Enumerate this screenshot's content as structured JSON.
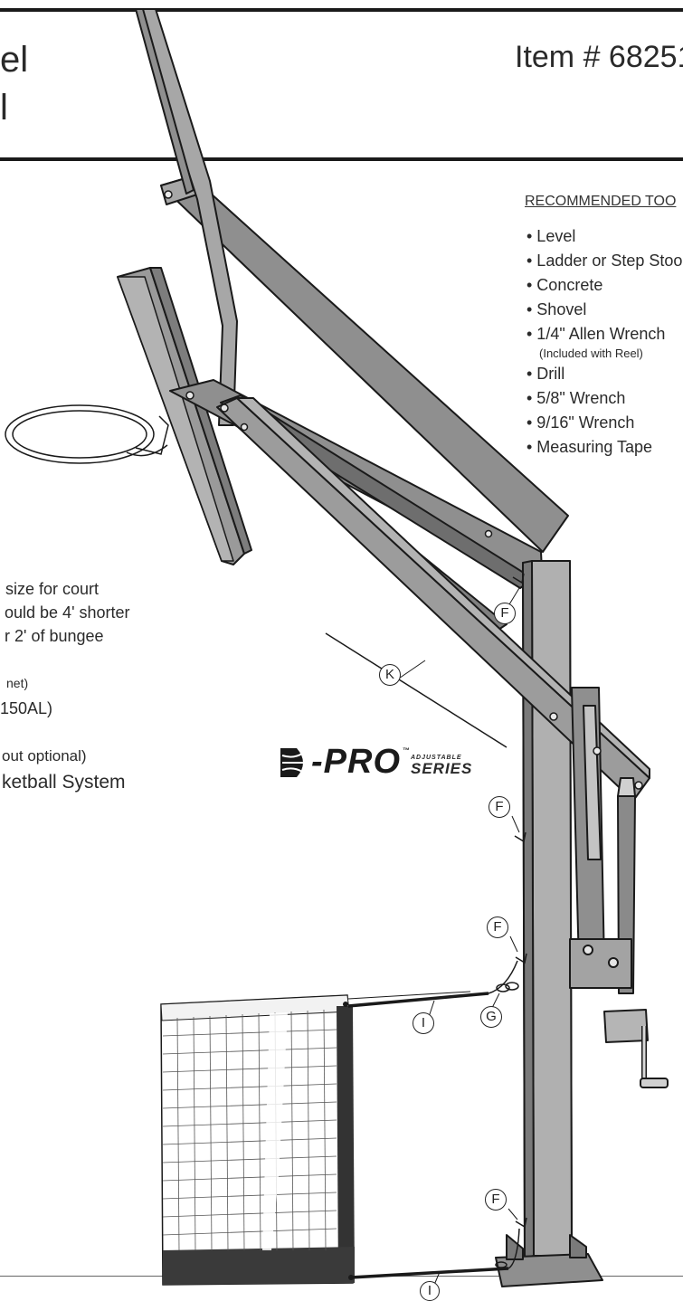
{
  "header": {
    "title_line1": "el",
    "title_line2": "l",
    "item_number": "Item # 68251"
  },
  "tools": {
    "heading": "RECOMMENDED TOO",
    "items": [
      {
        "label": "• Level"
      },
      {
        "label": "• Ladder or Step Stoo"
      },
      {
        "label": "• Concrete"
      },
      {
        "label": "• Shovel"
      },
      {
        "label": "• 1/4\" Allen Wrench",
        "sub": "(Included with Reel)"
      },
      {
        "label": "• Drill"
      },
      {
        "label": "• 5/8\" Wrench"
      },
      {
        "label": "• 9/16\" Wrench"
      },
      {
        "label": "• Measuring Tape"
      }
    ]
  },
  "notes": {
    "line1": "size for court",
    "line2": "ould be 4' shorter",
    "line3": "r 2' of bungee",
    "line4": "net)",
    "line5": "150AL)",
    "line6": "out optional)",
    "line7": "ketball System"
  },
  "logo": {
    "main": "-PRO",
    "tm": "™",
    "adjustable": "ADJUSTABLE",
    "series": "SERIES"
  },
  "callouts": {
    "f": "F",
    "g": "G",
    "i": "I",
    "k": "K"
  },
  "colors": {
    "metal_light": "#a7a7a7",
    "metal_mid": "#8f8f8f",
    "metal_dark": "#6e6e6e",
    "outline": "#1a1a1a"
  }
}
